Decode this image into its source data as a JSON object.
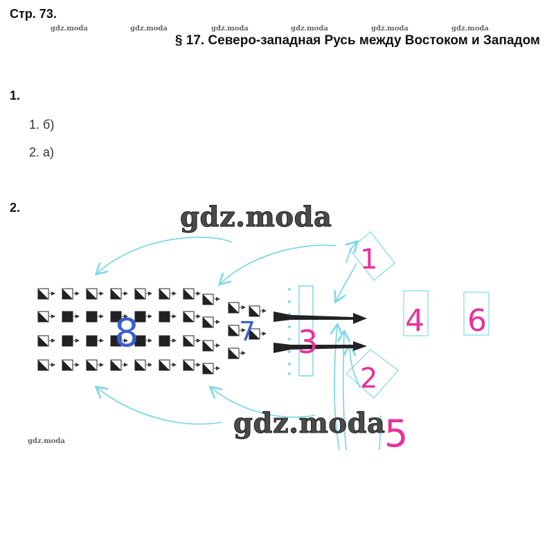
{
  "header": {
    "page_label": "Стр. 73.",
    "section_title": "§ 17. Северо-западная Русь между Востоком и Западом"
  },
  "watermarks": {
    "small": [
      "gdz.moda",
      "gdz.moda",
      "gdz.moda",
      "gdz.moda",
      "gdz.moda",
      "gdz.moda",
      "gdz.moda"
    ],
    "large": [
      "gdz.moda",
      "gdz.moda"
    ]
  },
  "task1": {
    "number": "1.",
    "answers": [
      "1. б)",
      "2. а)"
    ]
  },
  "task2": {
    "number": "2.",
    "handwritten_labels": [
      "1",
      "2",
      "3",
      "4",
      "5",
      "6",
      "7",
      "8"
    ],
    "colors": {
      "pink": "#e8309a",
      "blue": "#3a5fd0",
      "cyan_arrows": "#7fd8e8",
      "dark_shape": "#222222"
    }
  }
}
